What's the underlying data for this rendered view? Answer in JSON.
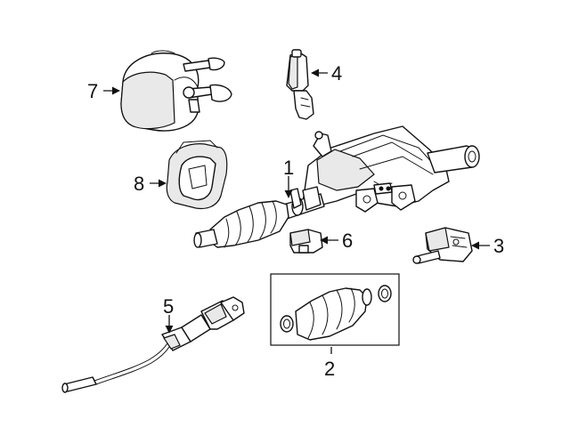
{
  "diagram": {
    "callouts": [
      {
        "id": "c1",
        "label": "1"
      },
      {
        "id": "c2",
        "label": "2"
      },
      {
        "id": "c3",
        "label": "3"
      },
      {
        "id": "c4",
        "label": "4"
      },
      {
        "id": "c5",
        "label": "5"
      },
      {
        "id": "c6",
        "label": "6"
      },
      {
        "id": "c7",
        "label": "7"
      },
      {
        "id": "c8",
        "label": "8"
      }
    ],
    "colors": {
      "ink": "#111111",
      "background": "#ffffff",
      "shade": "#e9e9e9"
    }
  }
}
